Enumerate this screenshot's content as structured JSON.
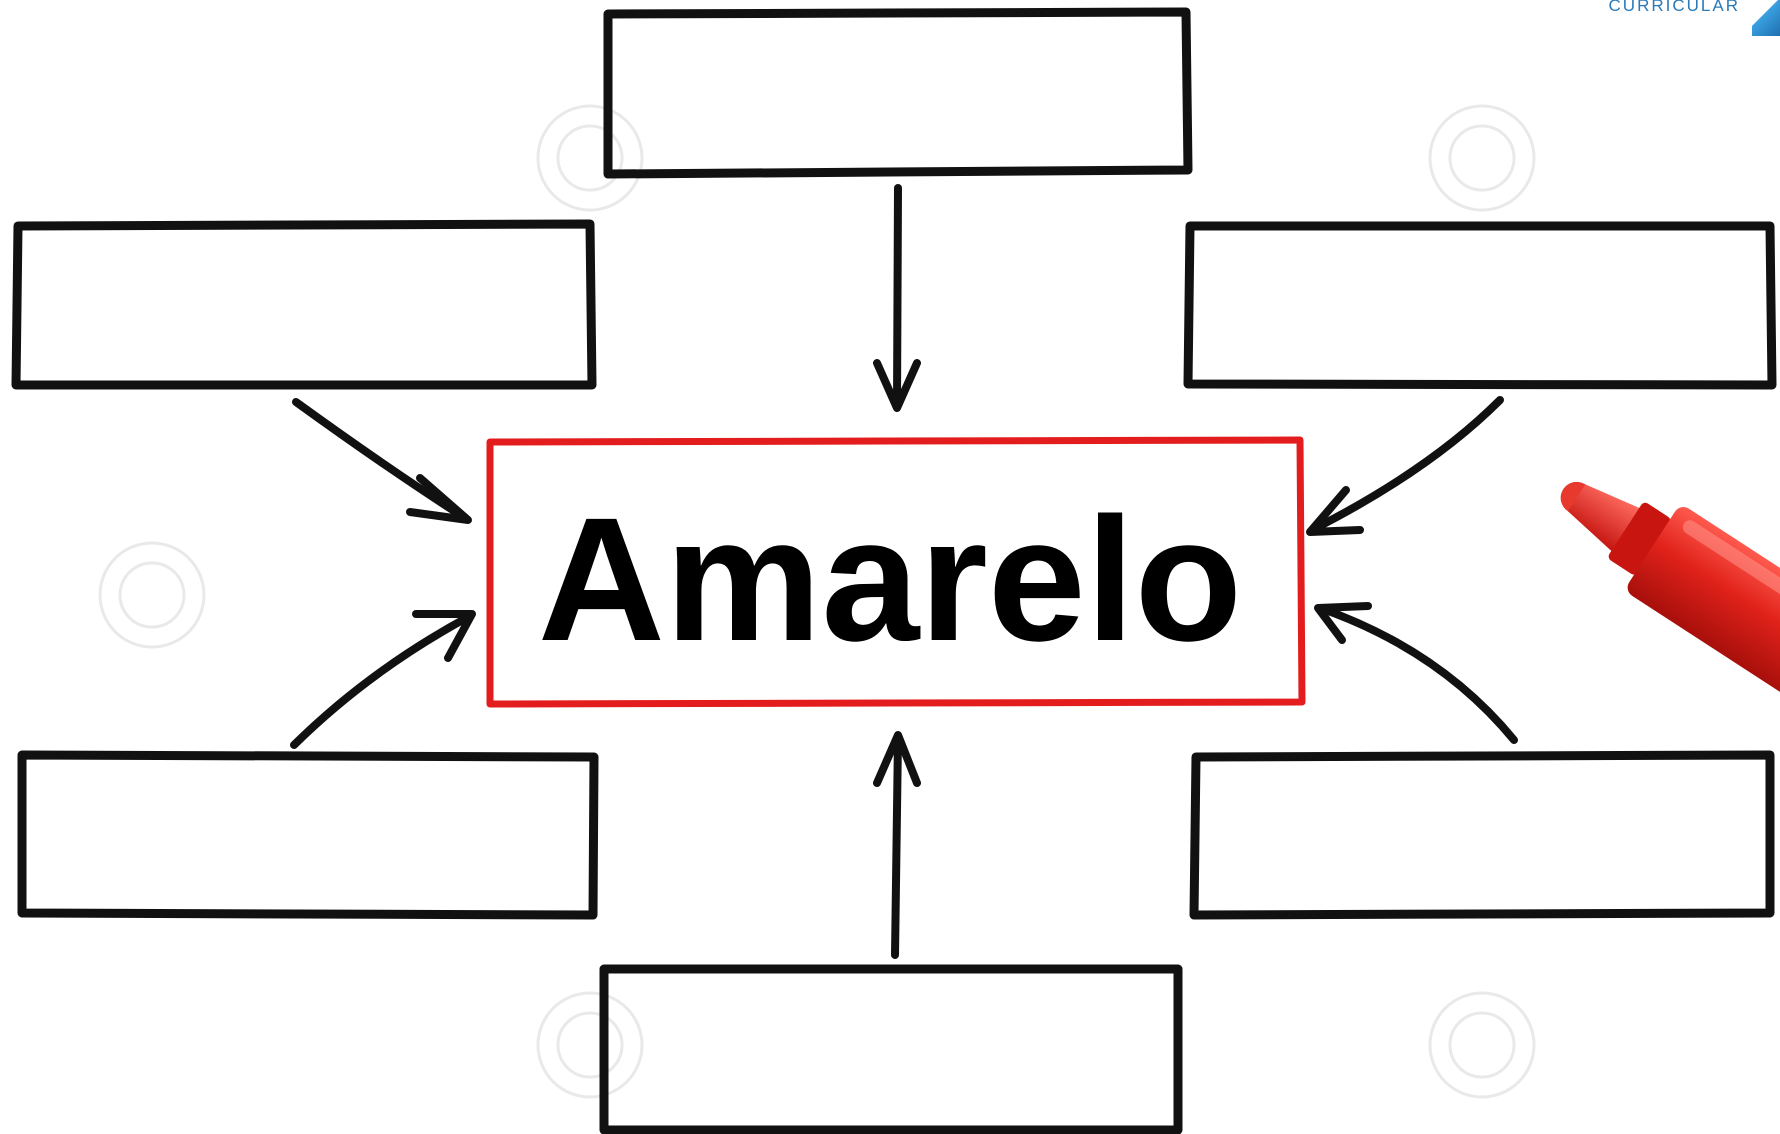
{
  "corner_label": "CURRICULAR",
  "center_label": "Amarelo",
  "colors": {
    "center_border": "#e31d1d",
    "line": "#111111",
    "marker": "#d91a1a"
  },
  "outer_boxes": [
    {
      "id": "top",
      "text": ""
    },
    {
      "id": "upper-left",
      "text": ""
    },
    {
      "id": "upper-right",
      "text": ""
    },
    {
      "id": "lower-left",
      "text": ""
    },
    {
      "id": "lower-right",
      "text": ""
    },
    {
      "id": "bottom",
      "text": ""
    }
  ]
}
